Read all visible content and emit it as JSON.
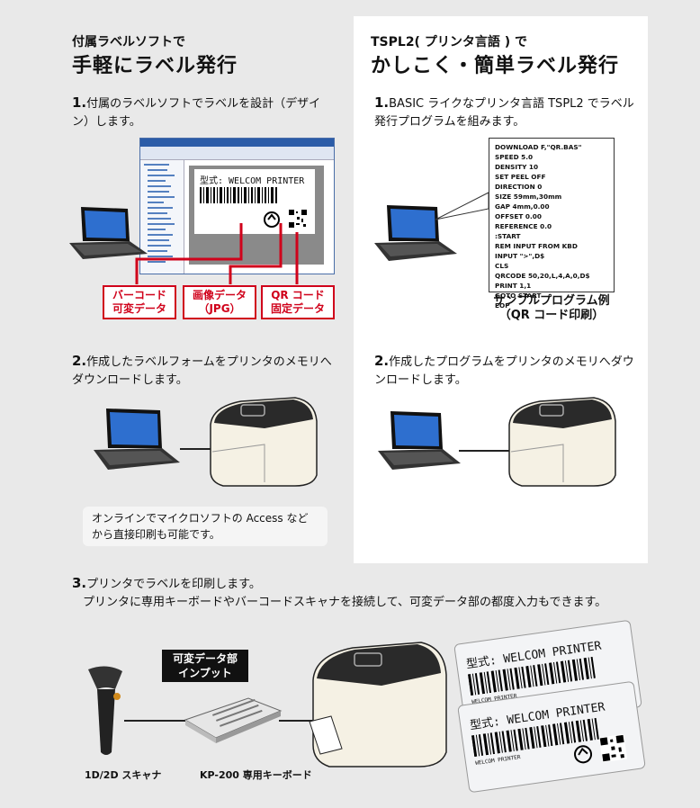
{
  "left": {
    "subtitle": "付属ラベルソフトで",
    "title": "手軽にラベル発行",
    "step1_num": "1.",
    "step1_text": "付属のラベルソフトでラベルを設計（デザイン）します。",
    "sample_model_text": "型式: WELCOM PRINTER",
    "callouts": [
      "バーコード\n可変データ",
      "画像データ\n（JPG）",
      "QR コード\n固定データ"
    ],
    "step2_num": "2.",
    "step2_text": "作成したラベルフォームをプリンタのメモリへダウンロードします。",
    "note": "オンラインでマイクロソフトの Access などから直接印刷も可能です。"
  },
  "right": {
    "subtitle": "TSPL2( プリンタ言語 ) で",
    "title": "かしこく・簡単ラベル発行",
    "step1_num": "1.",
    "step1_text": "BASIC ライクなプリンタ言語 TSPL2 でラベル発行プログラムを組みます。",
    "code_lines": [
      "DOWNLOAD F,\"QR.BAS\"",
      "SPEED 5.0",
      "DENSITY 10",
      "SET PEEL OFF",
      "DIRECTION 0",
      "SIZE 59mm,30mm",
      "GAP 4mm,0.00",
      "OFFSET 0.00",
      "REFERENCE 0.0",
      ":START",
      "REM INPUT FROM KBD",
      "INPUT \">\",D$",
      "CLS",
      "QRCODE 50,20,L,4,A,0,D$",
      "PRINT 1,1",
      "GOTO START",
      "EOP"
    ],
    "code_caption_1": "サンプルプログラム例",
    "code_caption_2": "（QR コード印刷）",
    "step2_num": "2.",
    "step2_text": "作成したプログラムをプリンタのメモリへダウンロードします。"
  },
  "bottom": {
    "step3_num": "3.",
    "step3_line1": "プリンタでラベルを印刷します。",
    "step3_line2": "プリンタに専用キーボードやバーコードスキャナを接続して、可変データ部の都度入力もできます。",
    "badge": "可変データ部\nインプット",
    "scanner_caption": "1D/2D スキャナ",
    "keyboard_caption": "KP-200 専用キーボード",
    "label_text": "型式: WELCOM PRINTER",
    "label_small": "WELCOM PRINTER"
  }
}
